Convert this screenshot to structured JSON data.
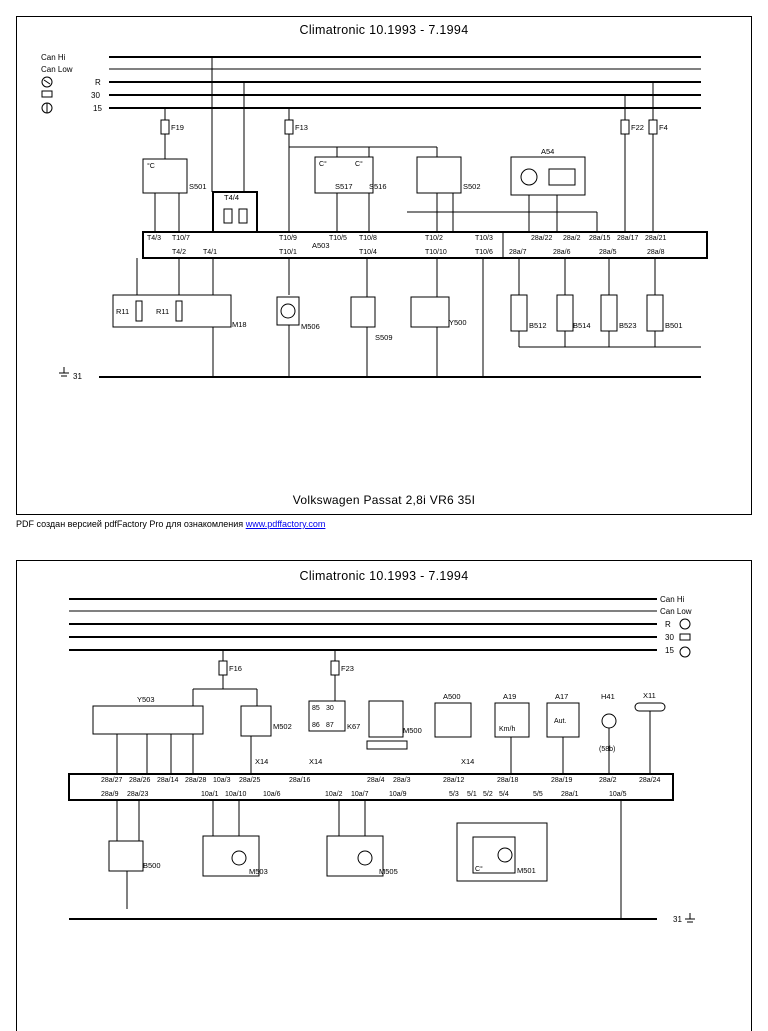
{
  "pages": [
    {
      "title": "Climatronic 10.1993 - 7.1994",
      "footer": "Volkswagen Passat 2,8i VR6 35I",
      "bus_lines": [
        "Can Hi",
        "Can Low",
        "R",
        "30",
        "15"
      ],
      "ground": "31",
      "fuses": [
        "F19",
        "F13",
        "F22",
        "F4"
      ],
      "connector_box": "T4/4",
      "control_unit": "A503",
      "components": [
        "S501",
        "S517",
        "S516",
        "S502",
        "A54",
        "R11",
        "R11",
        "M18",
        "M506",
        "S509",
        "Y500",
        "B512",
        "B514",
        "B523",
        "B501"
      ],
      "connector_top": [
        "T4/3",
        "T10/7",
        "T10/9",
        "T10/5",
        "T10/8",
        "T10/2",
        "T10/3",
        "28a/22",
        "28a/2",
        "28a/15",
        "28a/17",
        "28a/21"
      ],
      "connector_bottom": [
        "T4/2",
        "T4/1",
        "T10/1",
        "T10/4",
        "T10/10",
        "T10/6",
        "28a/7",
        "28a/6",
        "28a/5",
        "28a/8"
      ],
      "unit_c": "°C",
      "unit_c2": "C°"
    },
    {
      "title": "Climatronic 10.1993 - 7.1994",
      "bus_lines": [
        "Can Hi",
        "Can Low",
        "R",
        "30",
        "15"
      ],
      "ground": "31",
      "fuses": [
        "F16",
        "F23"
      ],
      "components": [
        "Y503",
        "M502",
        "K67",
        "M500",
        "A500",
        "A19",
        "A17",
        "H41",
        "X11",
        "B500",
        "M503",
        "M505",
        "M501"
      ],
      "x14": "X14",
      "relay_pins": [
        "85",
        "30",
        "86",
        "87"
      ],
      "a19_text": "Km/h",
      "a17_text": "Aut.",
      "h41_note": "(58b)",
      "connector_top": [
        "28a/27",
        "28a/26",
        "28a/14",
        "28a/28",
        "10a/3",
        "28a/25",
        "28a/16",
        "28a/4",
        "28a/3",
        "28a/12",
        "28a/18",
        "28a/19",
        "28a/2",
        "28a/24"
      ],
      "connector_bottom": [
        "28a/9",
        "28a/23",
        "10a/1",
        "10a/10",
        "10a/6",
        "10a/2",
        "10a/7",
        "10a/9",
        "5/3",
        "5/1",
        "5/2",
        "5/4",
        "5/5",
        "28a/1",
        "10a/5"
      ],
      "unit_c": "C°"
    }
  ],
  "note": {
    "text": "PDF создан версией pdfFactory Pro для ознакомления",
    "link": "www.pdffactory.com"
  }
}
